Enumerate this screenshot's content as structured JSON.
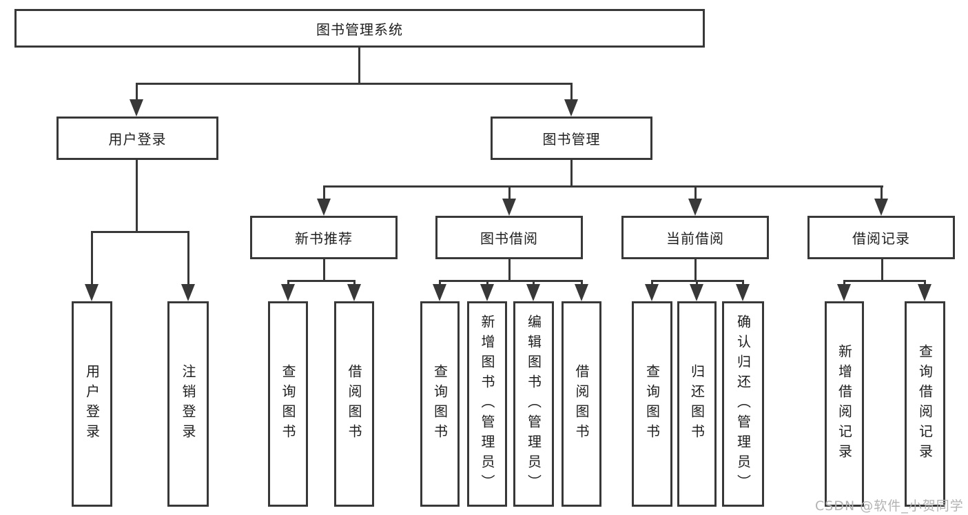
{
  "diagram": {
    "root": "图书管理系统",
    "level2": {
      "login": "用户登录",
      "manage": "图书管理"
    },
    "level3": {
      "recommend": "新书推荐",
      "borrow": "图书借阅",
      "current": "当前借阅",
      "records": "借阅记录"
    },
    "leaves": {
      "login": [
        "用户登录",
        "注销登录"
      ],
      "recommend": [
        "查询图书",
        "借阅图书"
      ],
      "borrow": [
        "查询图书",
        "新增图书（管理员）",
        "编辑图书（管理员）",
        "借阅图书"
      ],
      "current": [
        "查询图书",
        "归还图书",
        "确认归还（管理员）"
      ],
      "records": [
        "新增借阅记录",
        "查询借阅记录"
      ]
    }
  },
  "watermark": "CSDN @软件_小贺同学",
  "colors": {
    "line": "#383838",
    "text": "#1e1e1e",
    "watermark": "#b3b3b3",
    "bg": "#ffffff"
  }
}
